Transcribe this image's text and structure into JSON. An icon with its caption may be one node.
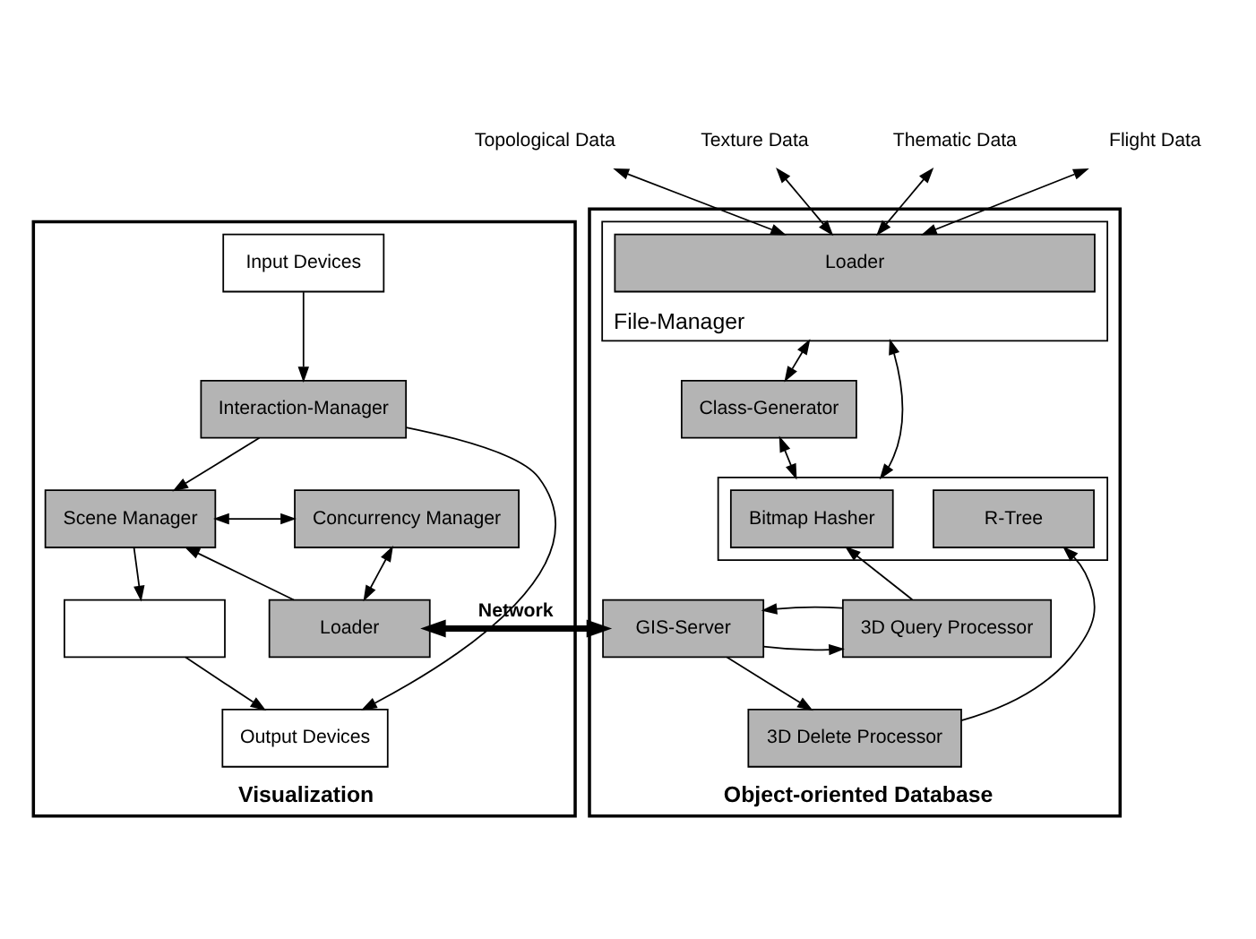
{
  "diagram": {
    "nodes": [
      {
        "text": [
          "Visualization"
        ]
      },
      {
        "text": [
          "Input Devices"
        ],
        "in": 0
      },
      {
        "text": [
          "Interaction-Manager"
        ],
        "in": 0
      },
      {
        "text": [
          "Scene Manager"
        ],
        "in": 0
      },
      {
        "text": [
          "Concurrency Manager"
        ],
        "in": 0
      },
      {
        "text": [],
        "shape": "box",
        "in": 0
      },
      {
        "text": [
          "Loader"
        ],
        "in": 0
      },
      {
        "text": [
          "Output Devices"
        ],
        "in": 0
      },
      {
        "text": [
          "Object-oriented Database"
        ]
      },
      {
        "text": [
          "File-Manager"
        ],
        "in": 8
      },
      {
        "text": [
          "Loader"
        ],
        "in": 9
      },
      {
        "text": [
          "Class-Generator"
        ],
        "in": 8
      },
      {
        "text": [],
        "shape": "box",
        "in": 8
      },
      {
        "text": [
          "Bitmap Hasher"
        ],
        "in": 12
      },
      {
        "text": [
          "R-Tree"
        ],
        "in": 12
      },
      {
        "text": [
          "GIS-Server"
        ],
        "in": 8
      },
      {
        "text": [
          "3D Query Processor"
        ],
        "in": 8
      },
      {
        "text": [
          "3D Delete Processor"
        ],
        "in": 8
      },
      {
        "text": [
          "Topological Data"
        ]
      },
      {
        "text": [
          "Texture Data"
        ]
      },
      {
        "text": [
          "Thematic Data"
        ]
      },
      {
        "text": [
          "Flight Data"
        ]
      }
    ],
    "edges": [
      {
        "from": 1,
        "to": 2,
        "arrow": "to"
      },
      {
        "from": 2,
        "to": 3,
        "arrow": "to"
      },
      {
        "from": 2,
        "to": 7,
        "arrow": "to"
      },
      {
        "from": 3,
        "to": 4,
        "arrow": "both"
      },
      {
        "from": 3,
        "to": 5,
        "arrow": "to"
      },
      {
        "from": 5,
        "to": 7,
        "arrow": "to"
      },
      {
        "from": 4,
        "to": 6,
        "arrow": "both"
      },
      {
        "from": 6,
        "to": 3,
        "arrow": "to"
      },
      {
        "from": 6,
        "to": 15,
        "arrow": "both",
        "label": "Network",
        "style": "thick"
      },
      {
        "from": 18,
        "to": 10,
        "arrow": "both"
      },
      {
        "from": 19,
        "to": 10,
        "arrow": "both"
      },
      {
        "from": 20,
        "to": 10,
        "arrow": "both"
      },
      {
        "from": 21,
        "to": 10,
        "arrow": "both"
      },
      {
        "from": 9,
        "to": 12,
        "arrow": "both"
      },
      {
        "from": 9,
        "to": 11,
        "arrow": "both"
      },
      {
        "from": 11,
        "to": 12,
        "arrow": "both"
      },
      {
        "from": 15,
        "to": 16,
        "arrow": "to"
      },
      {
        "from": 16,
        "to": 15,
        "arrow": "to"
      },
      {
        "from": 15,
        "to": 17,
        "arrow": "to"
      },
      {
        "from": 16,
        "to": 13,
        "arrow": "to"
      },
      {
        "from": 17,
        "to": 14,
        "arrow": "to"
      }
    ]
  }
}
